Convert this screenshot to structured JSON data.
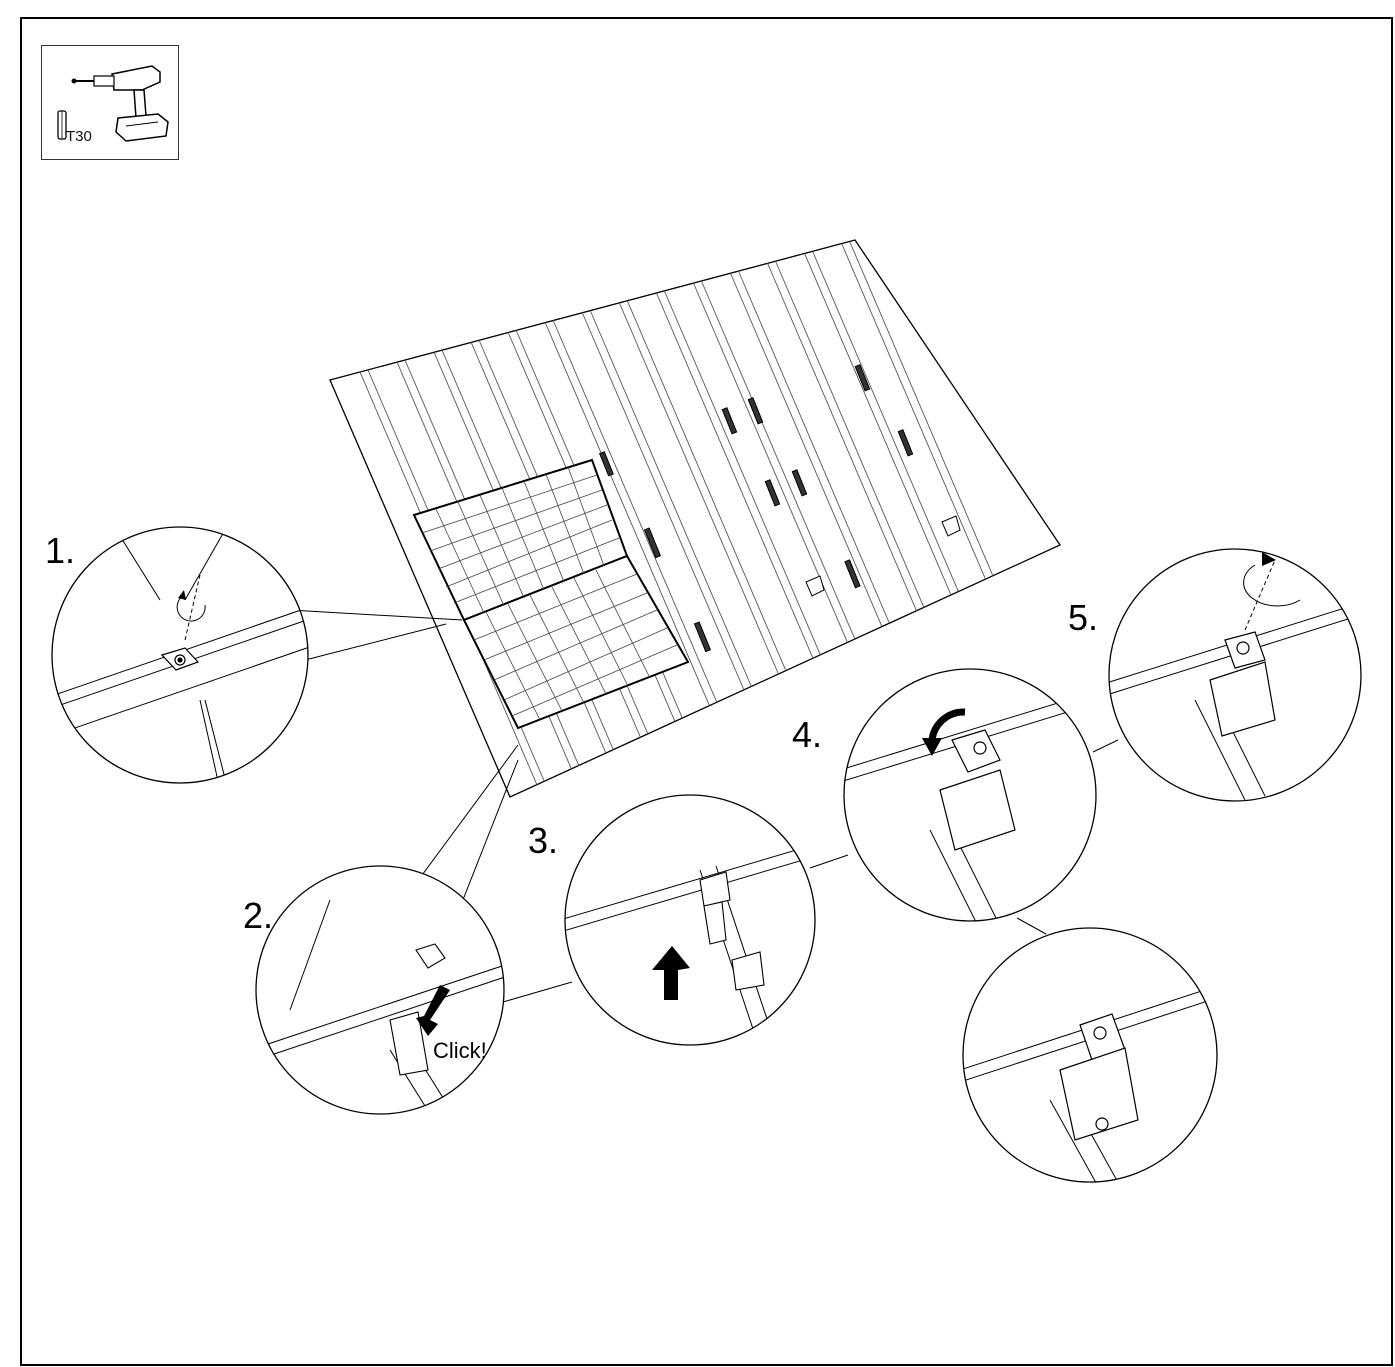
{
  "tool": {
    "bit_label": "T30",
    "icon": "cordless-drill-icon"
  },
  "steps": [
    {
      "label": "1."
    },
    {
      "label": "2.",
      "note": "Click!"
    },
    {
      "label": "3."
    },
    {
      "label": "4."
    },
    {
      "label": "5."
    }
  ],
  "colors": {
    "line": "#000000",
    "background": "#ffffff",
    "grid": "#777777"
  }
}
